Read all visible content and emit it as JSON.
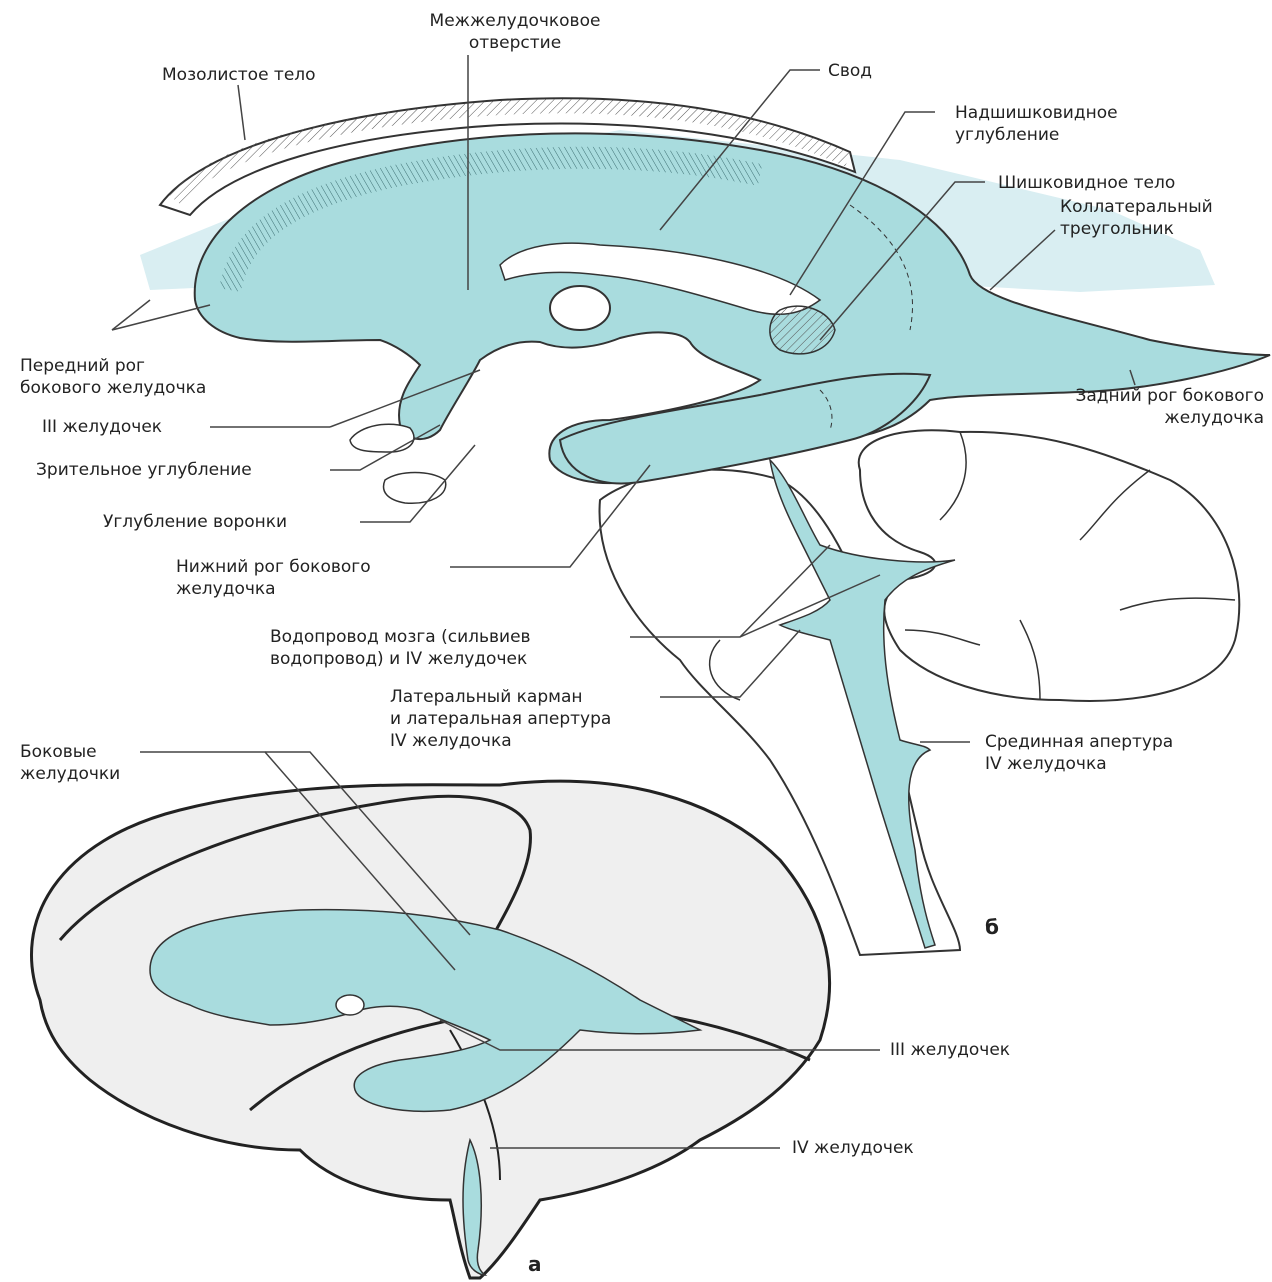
{
  "colors": {
    "ventricle": "#a9dcde",
    "ventricle_light": "#cfeeee",
    "background_tint": "#d9eef2",
    "brain_tissue": "#efefef",
    "outline": "#333333",
    "leader": "#444444",
    "text": "#222222"
  },
  "labels": {
    "interventricular_foramen": [
      "Межжелудочковое",
      "отверстие"
    ],
    "corpus_callosum": "Мозолистое тело",
    "fornix": "Свод",
    "suprapineal_recess": [
      "Надшишковидное",
      "углубление"
    ],
    "pineal_body": "Шишковидное тело",
    "collateral_trigone": [
      "Коллатеральный",
      "треугольник"
    ],
    "anterior_horn": [
      "Передний рог",
      "бокового желудочка"
    ],
    "third_ventricle_b": "III желудочек",
    "optic_recess": "Зрительное углубление",
    "infundibular_recess": "Углубление воронки",
    "inferior_horn": [
      "Нижний рог бокового",
      "желудочка"
    ],
    "posterior_horn": [
      "Задний рог бокового",
      "желудочка"
    ],
    "aqueduct": [
      "Водопровод мозга (сильвиев",
      "водопровод) и IV желудочек"
    ],
    "lateral_recess": [
      "Латеральный карман",
      "и латеральная апертура",
      "IV желудочка"
    ],
    "median_aperture": [
      "Срединная апертура",
      "IV желудочка"
    ],
    "lateral_ventricles": [
      "Боковые",
      "желудочки"
    ],
    "third_ventricle_a": "III желудочек",
    "fourth_ventricle_a": "IV желудочек"
  },
  "panels": {
    "a": "а",
    "b": "б"
  },
  "icons": [
    "ventricle-cast-illustration",
    "brain-outline-illustration",
    "cerebellum-illustration",
    "brainstem-illustration"
  ]
}
